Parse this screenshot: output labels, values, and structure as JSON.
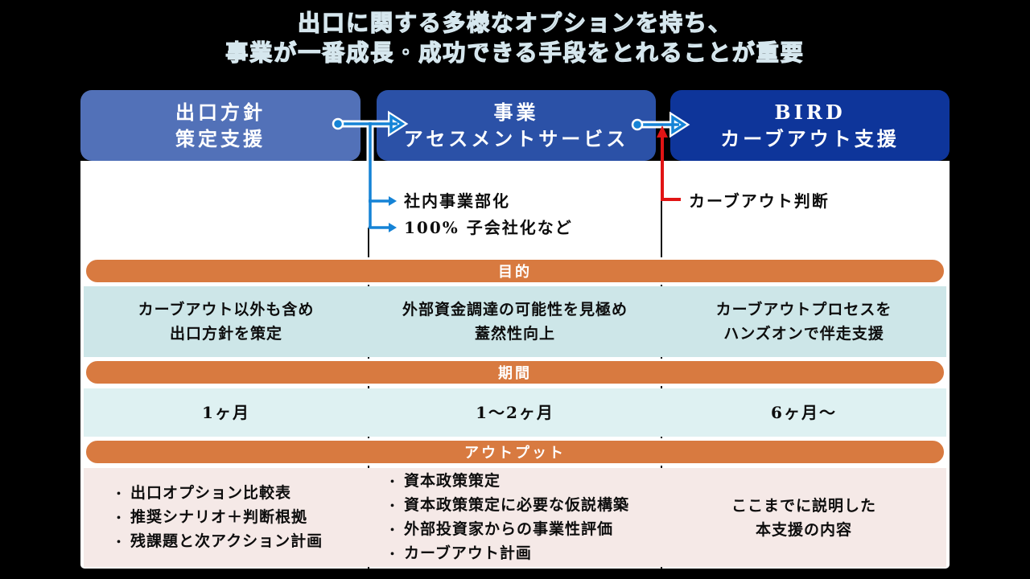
{
  "title": {
    "line1": "出口に関する多様なオプションを持ち、",
    "line2": "事業が一番成長・成功できる手段をとれることが重要"
  },
  "flow": {
    "steps": [
      {
        "line1": "出口方針",
        "line2": "策定支援"
      },
      {
        "line1": "事業",
        "line2": "アセスメントサービス"
      },
      {
        "line1": "BIRD",
        "line2": "カーブアウト支援"
      }
    ],
    "branch_items": [
      "社内事業部化",
      "100% 子会社化など"
    ],
    "carveout_note": "カーブアウト判断"
  },
  "table": {
    "purpose": {
      "label": "目的",
      "cells": [
        {
          "lines": [
            "カーブアウト以外も含め",
            "出口方針を策定"
          ]
        },
        {
          "lines": [
            "外部資金調達の可能性を見極め",
            "蓋然性向上"
          ]
        },
        {
          "lines": [
            "カーブアウトプロセスを",
            "ハンズオンで伴走支援"
          ]
        }
      ]
    },
    "period": {
      "label": "期間",
      "cells": [
        "1ヶ月",
        "1～2ヶ月",
        "6ヶ月～"
      ]
    },
    "output": {
      "label": "アウトプット",
      "cells": [
        {
          "items": [
            "出口オプション比較表",
            "推奨シナリオ＋判断根拠",
            "残課題と次アクション計画"
          ]
        },
        {
          "items": [
            "資本政策策定",
            "資本政策策定に必要な仮説構築",
            "外部投資家からの事業性評価",
            "カーブアウト計画"
          ]
        },
        {
          "lines": [
            "ここまでに説明した",
            "本支援の内容"
          ]
        }
      ]
    }
  },
  "glyphs": {
    "bullet": "・"
  },
  "colors": {
    "background": "#000000",
    "step1": "#5271b8",
    "step2": "#2b51a7",
    "step3": "#0e359a",
    "banner_orange": "#d87a40",
    "row_purpose": "#cde6e8",
    "row_period": "#def1f2",
    "row_output": "#f5e9e7",
    "connector_blue": "#1583d6",
    "connector_red": "#e11414"
  }
}
